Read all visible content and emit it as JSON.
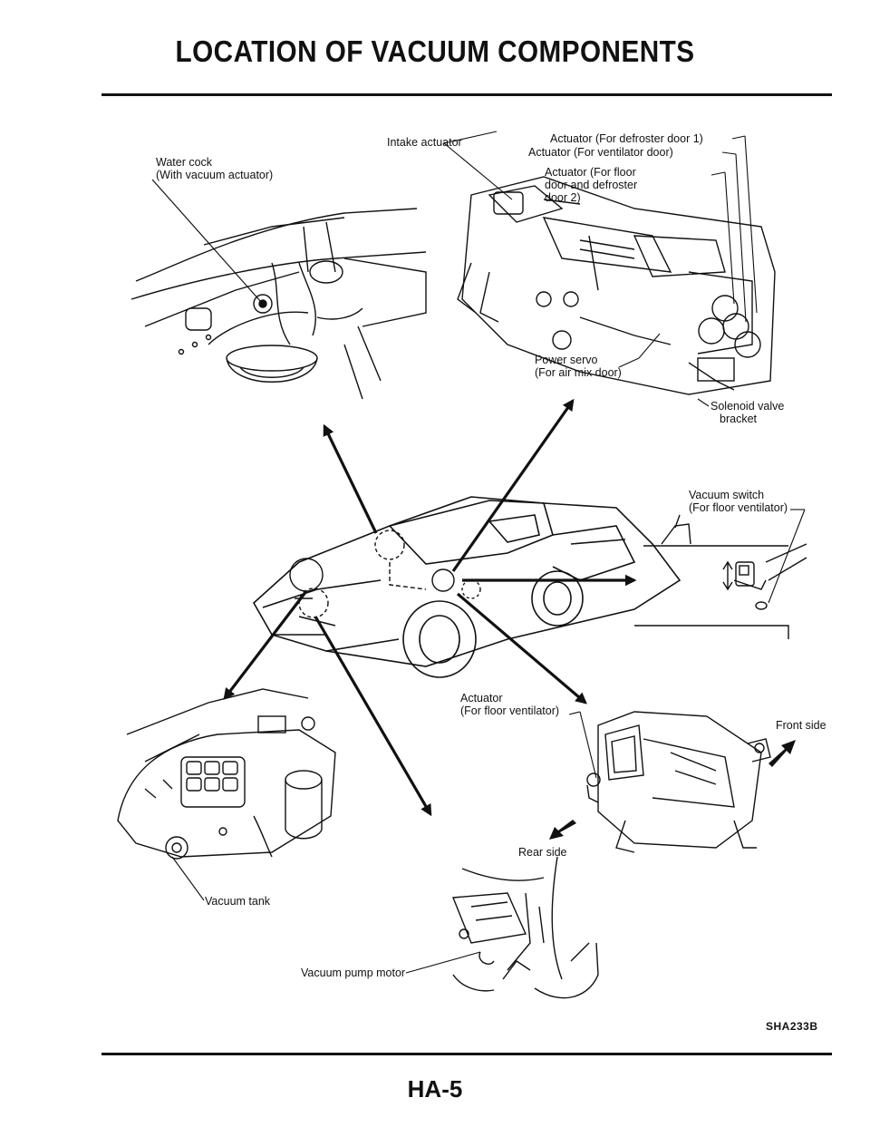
{
  "page": {
    "title": "LOCATION OF VACUUM COMPONENTS",
    "figure_code": "SHA233B",
    "page_number": "HA-5"
  },
  "labels": {
    "water_cock": [
      "Water cock",
      "(With vacuum actuator)"
    ],
    "intake_actuator": "Intake actuator",
    "actuator_defroster_1": "Actuator (For defroster door 1)",
    "actuator_ventilator_door": "Actuator (For ventilator door)",
    "actuator_floor_defroster_2": [
      "Actuator (For floor",
      "door and defroster",
      "door 2)"
    ],
    "power_servo": [
      "Power servo",
      "(For air mix door)"
    ],
    "solenoid_valve_bracket": [
      "Solenoid valve",
      "bracket"
    ],
    "vacuum_switch": [
      "Vacuum switch",
      "(For floor ventilator)"
    ],
    "actuator_floor_ventilator": [
      "Actuator",
      "(For floor ventilator)"
    ],
    "front_side": "Front side",
    "rear_side": "Rear side",
    "vacuum_tank": "Vacuum tank",
    "vacuum_pump_motor": "Vacuum pump motor"
  }
}
